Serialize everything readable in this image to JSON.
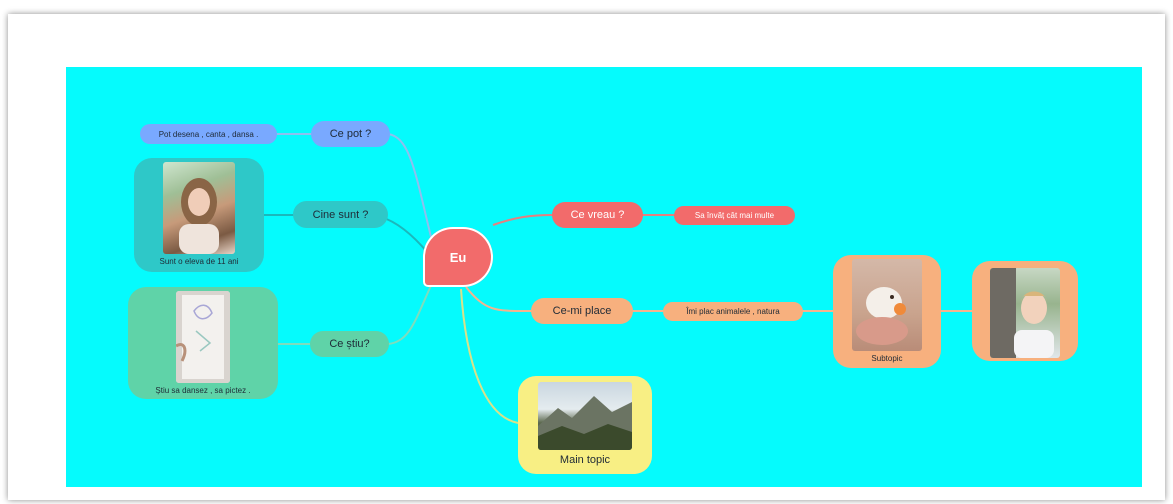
{
  "colors": {
    "canvas": "#05fbfd",
    "central": "#f26b6b",
    "blue": "#79a9ff",
    "teal": "#2ec8c8",
    "green": "#5fd3a8",
    "red": "#f26b6b",
    "orange": "#f7b07e",
    "yellow": "#f8ef84"
  },
  "central": {
    "label": "Eu"
  },
  "left": {
    "ce_pot": {
      "label": "Ce pot ?",
      "detail": "Pot desena , canta , dansa ."
    },
    "cine_sunt": {
      "label": "Cine sunt ?",
      "caption": "Sunt o eleva de 11 ani",
      "image": "girl-portrait-photo"
    },
    "ce_stiu": {
      "label": "Ce știu?",
      "caption": "Știu sa  dansez  , sa pictez .",
      "image": "drawing-photo"
    }
  },
  "right": {
    "ce_vreau": {
      "label": "Ce vreau ?",
      "detail": "Sa învăț cât mai multe"
    },
    "ce_mi_place": {
      "label": "Ce-mi place",
      "detail": "Îmi plac animalele , natura"
    },
    "subtopic": {
      "caption": "Subtopic",
      "image": "pet-photo"
    },
    "portrait": {
      "image": "boy-portrait-photo"
    },
    "main_topic": {
      "caption": "Main topic",
      "image": "mountain-photo"
    }
  }
}
